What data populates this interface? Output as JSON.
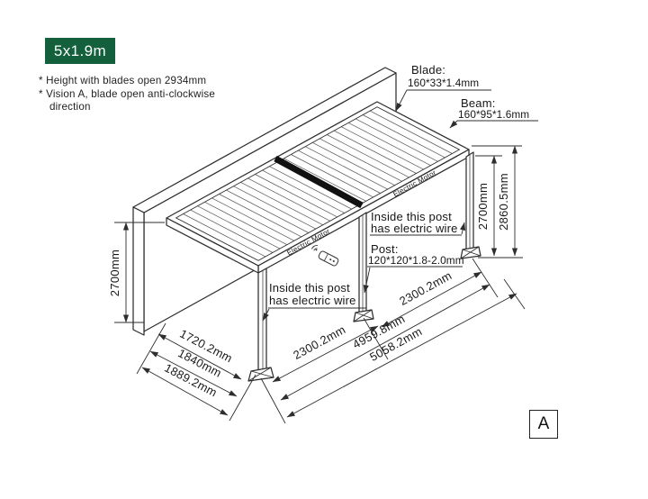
{
  "badge": {
    "label": "5x1.9m",
    "bg": "#15603C"
  },
  "notes": [
    "* Height with blades open 2934mm",
    "* Vision A, blade open anti-clockwise",
    "direction"
  ],
  "labels": {
    "blade": {
      "title": "Blade:",
      "spec": "160*33*1.4mm"
    },
    "beam": {
      "title": "Beam:",
      "spec": "160*95*1.6mm"
    },
    "post": {
      "title": "Post:",
      "spec": "120*120*1.8-2.0mm"
    },
    "wire_note": {
      "line1": "Inside this post",
      "line2": "has electric wire"
    },
    "motor": "Electric Motor"
  },
  "dimensions": {
    "wall_height": "2700mm",
    "post_height": "2700mm",
    "total_height": "2860.5mm",
    "depth_inner": "1720.2mm",
    "depth_mid": "1840mm",
    "depth_outer": "1889.2mm",
    "bay_left": "2300.2mm",
    "bay_right": "2300.2mm",
    "posts_span": "4959.8mm",
    "total_length": "5058.2mm"
  },
  "view_label": "A"
}
